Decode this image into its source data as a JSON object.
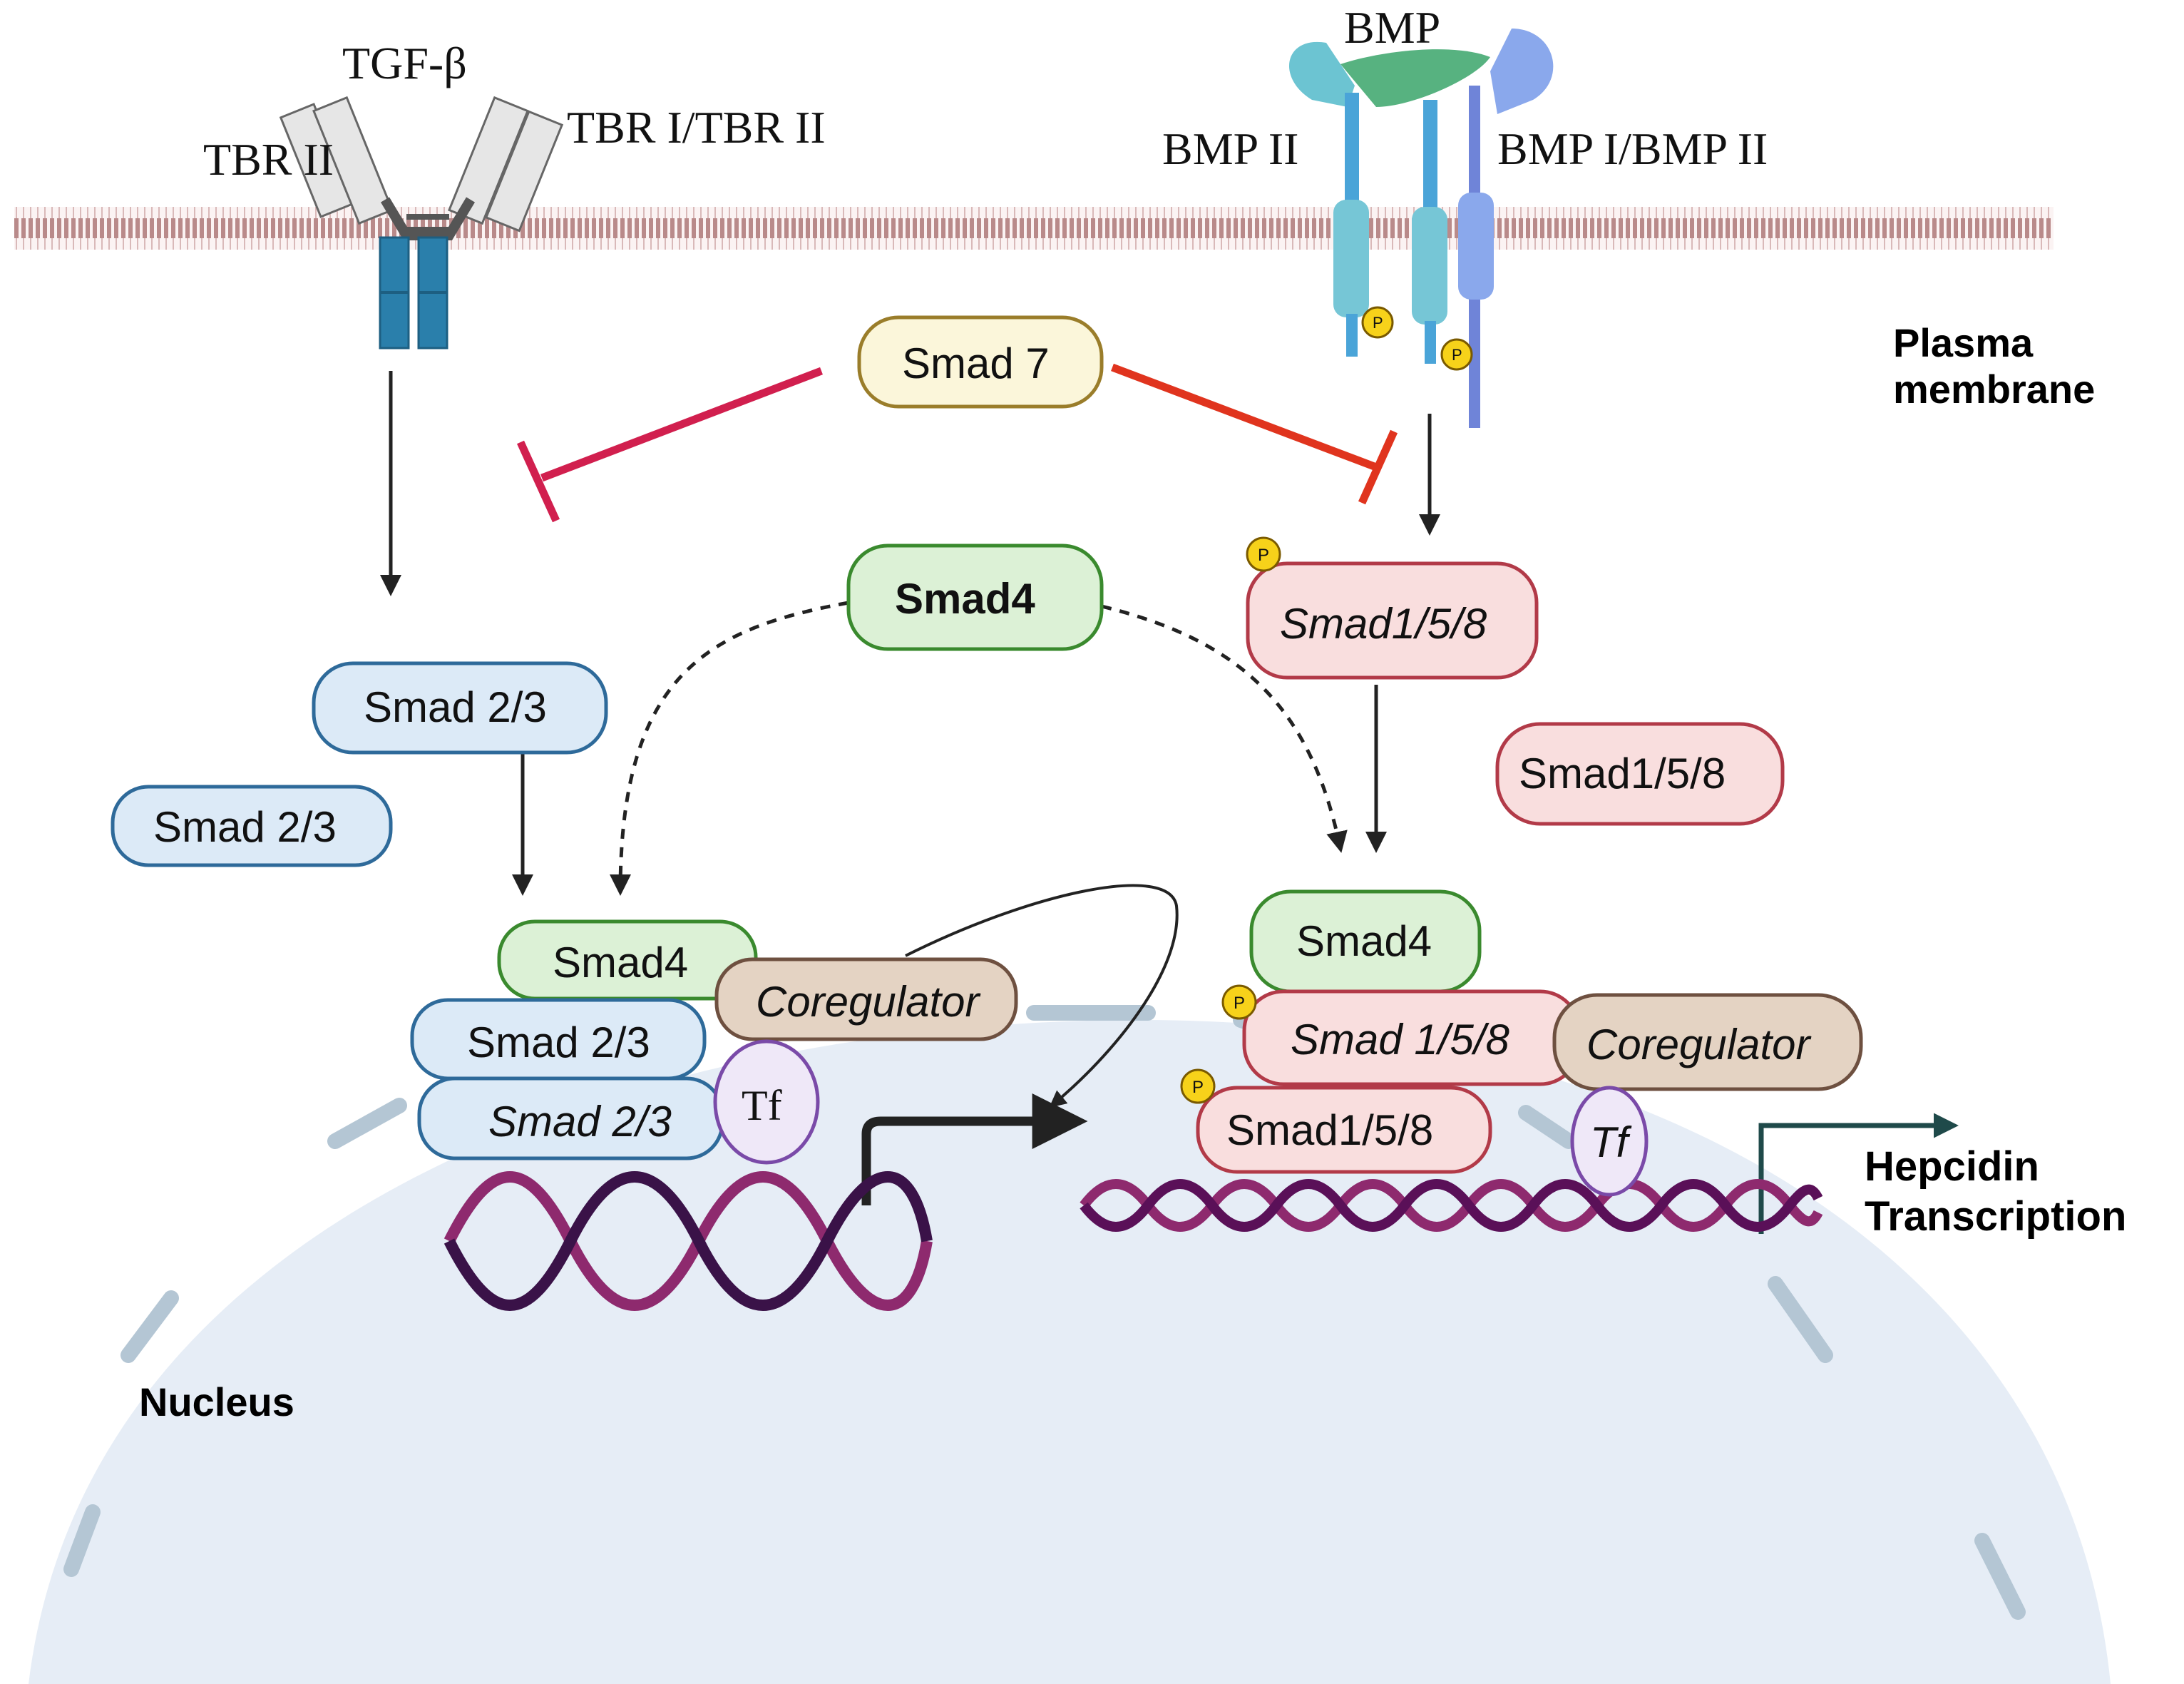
{
  "labels": {
    "tgf_beta": "TGF-β",
    "tbr_ii": "TBR II",
    "tbr_i_tbr_ii": "TBR I/TBR II",
    "bmp": "BMP",
    "bmp_ii": "BMP II",
    "bmp_i_bmp_ii": "BMP I/BMP II",
    "plasma_membrane_1": "Plasma",
    "plasma_membrane_2": "membrane",
    "nucleus": "Nucleus",
    "hepcidin_1": "Hepcidin",
    "hepcidin_2": "Transcription"
  },
  "nodes": {
    "smad7": "Smad 7",
    "smad4_center": "Smad4",
    "smad23_a": "Smad 2/3",
    "smad23_b": "Smad 2/3",
    "smad158_phos": "Smad1/5/8",
    "smad158_free": "Smad1/5/8",
    "left_smad4": "Smad4",
    "left_coregulator": "Coregulator",
    "left_smad23_top": "Smad 2/3",
    "left_smad23_bottom": "Smad 2/3",
    "left_tf": "Tf",
    "right_smad4": "Smad4",
    "right_smad158_top": "Smad 1/5/8",
    "right_coregulator": "Coregulator",
    "right_smad158_bottom": "Smad1/5/8",
    "right_tf": "Tf"
  },
  "phospho_label": "P",
  "colors": {
    "membrane": "#b98a8a",
    "nucleus": "#e6edf6",
    "inhibit_left": "#d11f4e",
    "inhibit_right": "#e0341e",
    "smad23_fill": "#dceaf7",
    "smad23_stroke": "#2e6a9a",
    "smad4_fill": "#dcf1d6",
    "smad4_stroke": "#3a8a2e",
    "smad158_fill": "#f9dede",
    "smad158_stroke": "#b23a48",
    "smad7_fill": "#fbf6da",
    "smad7_stroke": "#9a7d2a",
    "coreg_fill": "#e4d3c3",
    "coreg_stroke": "#6e5040",
    "tf_fill": "#efe8f8",
    "tf_stroke": "#7a4aa8",
    "phospho": "#f7d21a"
  }
}
